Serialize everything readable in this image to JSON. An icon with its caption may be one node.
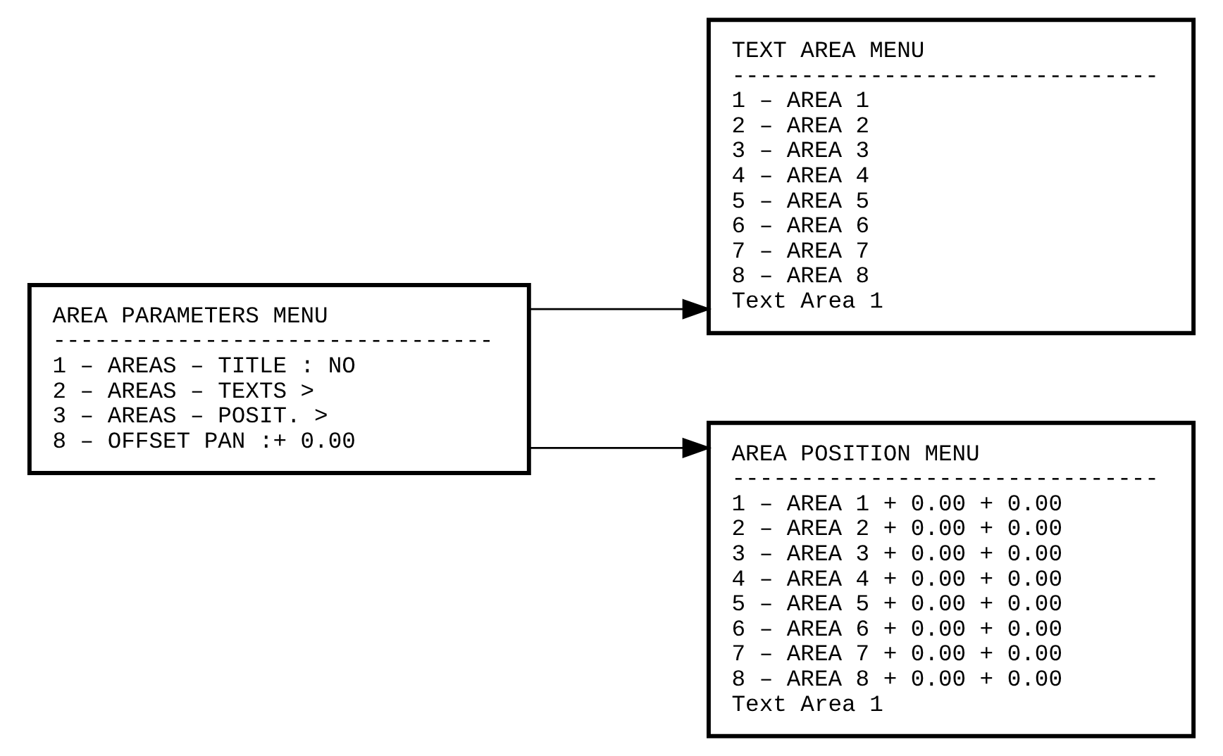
{
  "diagram": {
    "nodes": [
      {
        "text": [
          "AREA PARAMETERS MENU",
          "--------------------------------",
          "1 – AREAS – TITLE : NO",
          "2 – AREAS – TEXTS >",
          "3 – AREAS – POSIT. >",
          "8 – OFFSET PAN :+ 0.00"
        ]
      },
      {
        "text": [
          "TEXT AREA MENU",
          "-------------------------------",
          "1 – AREA 1",
          "2 – AREA 2",
          "3 – AREA 3",
          "4 – AREA 4",
          "5 – AREA 5",
          "6 – AREA 6",
          "7 – AREA 7",
          "8 – AREA 8",
          "Text Area 1"
        ]
      },
      {
        "text": [
          "AREA POSITION MENU",
          "-------------------------------",
          "1 – AREA 1 + 0.00 + 0.00",
          "2 – AREA 2 + 0.00 + 0.00",
          "3 – AREA 3 + 0.00 + 0.00",
          "4 – AREA 4 + 0.00 + 0.00",
          "5 – AREA 5 + 0.00 + 0.00",
          "6 – AREA 6 + 0.00 + 0.00",
          "7 – AREA 7 + 0.00 + 0.00",
          "8 – AREA 8 + 0.00 + 0.00",
          "Text Area 1"
        ]
      }
    ],
    "edges": [
      {
        "from": 0,
        "to": 1,
        "arrow": "to"
      },
      {
        "from": 0,
        "to": 2,
        "arrow": "to"
      }
    ]
  }
}
